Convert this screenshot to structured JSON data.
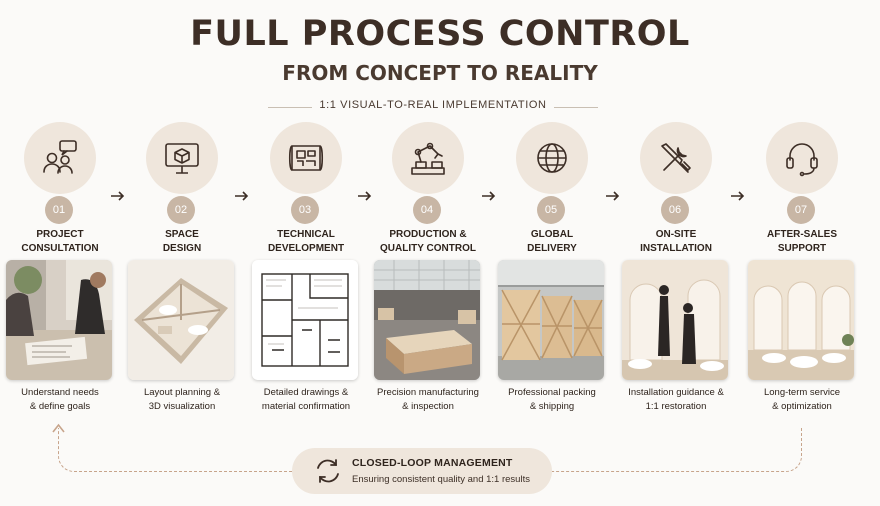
{
  "header": {
    "title": "FULL PROCESS CONTROL",
    "subtitle": "FROM CONCEPT TO REALITY",
    "tagline": "1:1 VISUAL-TO-REAL IMPLEMENTATION"
  },
  "steps": [
    {
      "number": "01",
      "title_line1": "PROJECT",
      "title_line2": "CONSULTATION",
      "icon": "people-chat-icon",
      "photo": "consultation-photo",
      "caption_line1": "Understand needs",
      "caption_line2": "& define goals"
    },
    {
      "number": "02",
      "title_line1": "SPACE",
      "title_line2": "DESIGN",
      "icon": "monitor-cube-icon",
      "photo": "3d-layout-photo",
      "caption_line1": "Layout planning &",
      "caption_line2": "3D visualization"
    },
    {
      "number": "03",
      "title_line1": "TECHNICAL",
      "title_line2": "DEVELOPMENT",
      "icon": "blueprint-icon",
      "photo": "floor-plan-drawing",
      "caption_line1": "Detailed drawings &",
      "caption_line2": "material confirmation"
    },
    {
      "number": "04",
      "title_line1": "PRODUCTION &",
      "title_line2": "QUALITY CONTROL",
      "icon": "robot-arm-icon",
      "photo": "factory-photo",
      "caption_line1": "Precision manufacturing",
      "caption_line2": "& inspection"
    },
    {
      "number": "05",
      "title_line1": "GLOBAL",
      "title_line2": "DELIVERY",
      "icon": "globe-icon",
      "photo": "wooden-crates-photo",
      "caption_line1": "Professional packing",
      "caption_line2": "& shipping"
    },
    {
      "number": "06",
      "title_line1": "ON-SITE",
      "title_line2": "INSTALLATION",
      "icon": "tools-icon",
      "photo": "installation-photo",
      "caption_line1": "Installation guidance &",
      "caption_line2": "1:1 restoration"
    },
    {
      "number": "07",
      "title_line1": "AFTER-SALES",
      "title_line2": "SUPPORT",
      "icon": "headset-icon",
      "photo": "finished-interior-photo",
      "caption_line1": "Long-term service",
      "caption_line2": "& optimization"
    }
  ],
  "loop": {
    "title": "CLOSED-LOOP MANAGEMENT",
    "subtitle": "Ensuring consistent quality and 1:1 results",
    "icon": "refresh-cycle-icon"
  },
  "colors": {
    "text_dark": "#3d2e26",
    "icon_circle": "#efe6dc",
    "number_badge": "#c8b6a5",
    "loop_dash": "#c7a48b"
  }
}
